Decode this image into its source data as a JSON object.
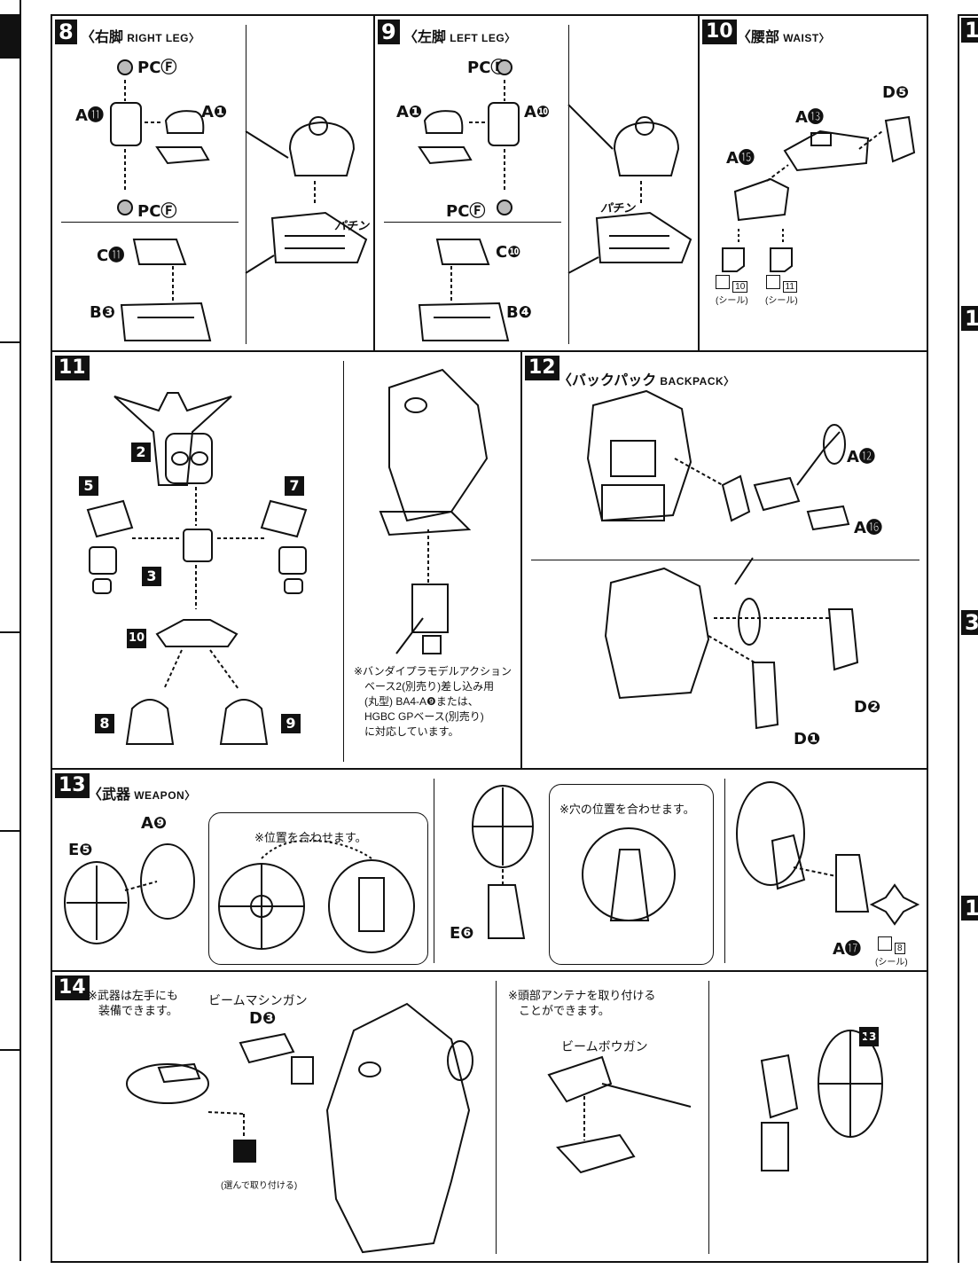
{
  "steps": {
    "s8": {
      "num": "8",
      "jp": "〈右脚",
      "en": "RIGHT LEG〉",
      "labels": {
        "pc_top": "PCⒻ",
        "a11": "A⓫",
        "a1": "A❶",
        "pc_bottom": "PCⒻ",
        "c11": "C⓫",
        "b3": "B❸",
        "sfx": "パチン"
      }
    },
    "s9": {
      "num": "9",
      "jp": "〈左脚",
      "en": "LEFT LEG〉",
      "labels": {
        "pc_top": "PCⒻ",
        "a1": "A❶",
        "a10": "A❿",
        "pc_bottom": "PCⒻ",
        "c10": "C❿",
        "b4": "B❹",
        "sfx": "パチン"
      }
    },
    "s10": {
      "num": "10",
      "jp": "〈腰部",
      "en": "WAIST〉",
      "labels": {
        "d5": "D❺",
        "a13": "A⓭",
        "a15": "A⓯",
        "seal_10": "10",
        "seal_11": "11",
        "seal_text": "(シール)"
      }
    },
    "s11": {
      "num": "11",
      "labels": {
        "b2": "2",
        "b5": "5",
        "b7": "7",
        "b3": "3",
        "b10": "10",
        "b8": "8",
        "b9": "9"
      },
      "note": [
        "※バンダイプラモデルアクション",
        "ベース2(別売り)差し込み用",
        "(丸型) BA4-A❾または、",
        "HGBC GPベース(別売り)",
        "に対応しています。"
      ]
    },
    "s12": {
      "num": "12",
      "jp": "〈バックパック",
      "en": "BACKPACK〉",
      "labels": {
        "a12": "A⓬",
        "a16": "A⓰",
        "d2": "D❷",
        "d1": "D❶"
      }
    },
    "s13": {
      "num": "13",
      "jp": "〈武器",
      "en": "WEAPON〉",
      "labels": {
        "a9": "A❾",
        "e5": "E❺",
        "e6": "E❻",
        "a17": "A⓱",
        "seal_text": "(シール)",
        "seal_num": "8"
      },
      "note1": "※位置を合わせます。",
      "note2": "※穴の位置を合わせます。"
    },
    "s14": {
      "num": "14",
      "note_left": [
        "※武器は左手にも",
        "装備できます。"
      ],
      "beam_mg": "ビームマシンガン",
      "d3": "D❸",
      "choose": "(選んで取り付ける)",
      "note_right": [
        "※頭部アンテナを取り付ける",
        "ことができます。"
      ],
      "beam_bowgun": "ビームボウガン",
      "b13": "13"
    }
  },
  "edge": {
    "right_top": "1",
    "right_mid1": "1",
    "right_mid2": "3",
    "right_mid3": "1"
  }
}
